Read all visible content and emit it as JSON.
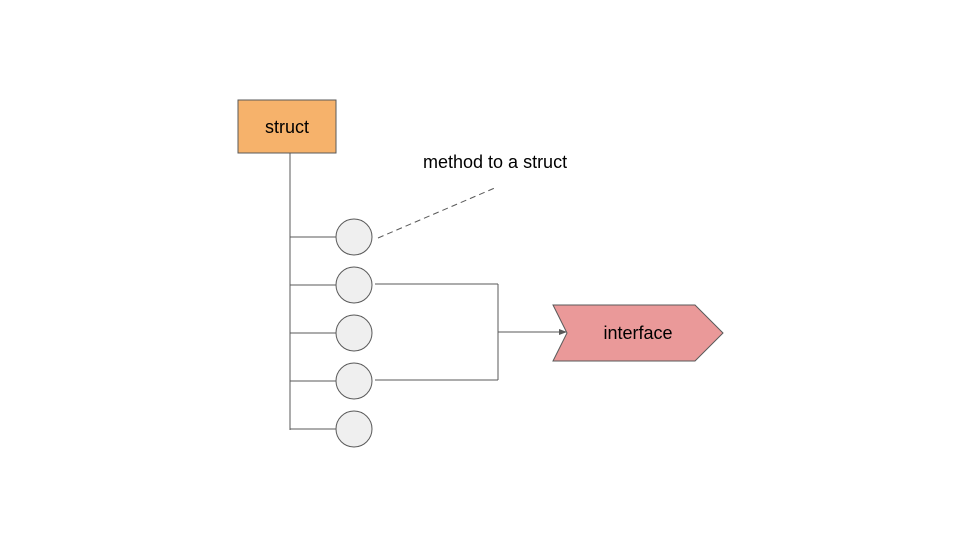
{
  "diagram": {
    "struct_box": {
      "label": "struct",
      "fill": "#f6b26b",
      "stroke": "#595959"
    },
    "annotation": {
      "text": "method to a struct"
    },
    "methods": [
      {
        "id": "method-1"
      },
      {
        "id": "method-2"
      },
      {
        "id": "method-3"
      },
      {
        "id": "method-4"
      },
      {
        "id": "method-5"
      }
    ],
    "method_fill": "#efefef",
    "method_stroke": "#595959",
    "interface_shape": {
      "label": "interface",
      "fill": "#ea9999",
      "stroke": "#595959"
    },
    "line_color": "#595959"
  }
}
